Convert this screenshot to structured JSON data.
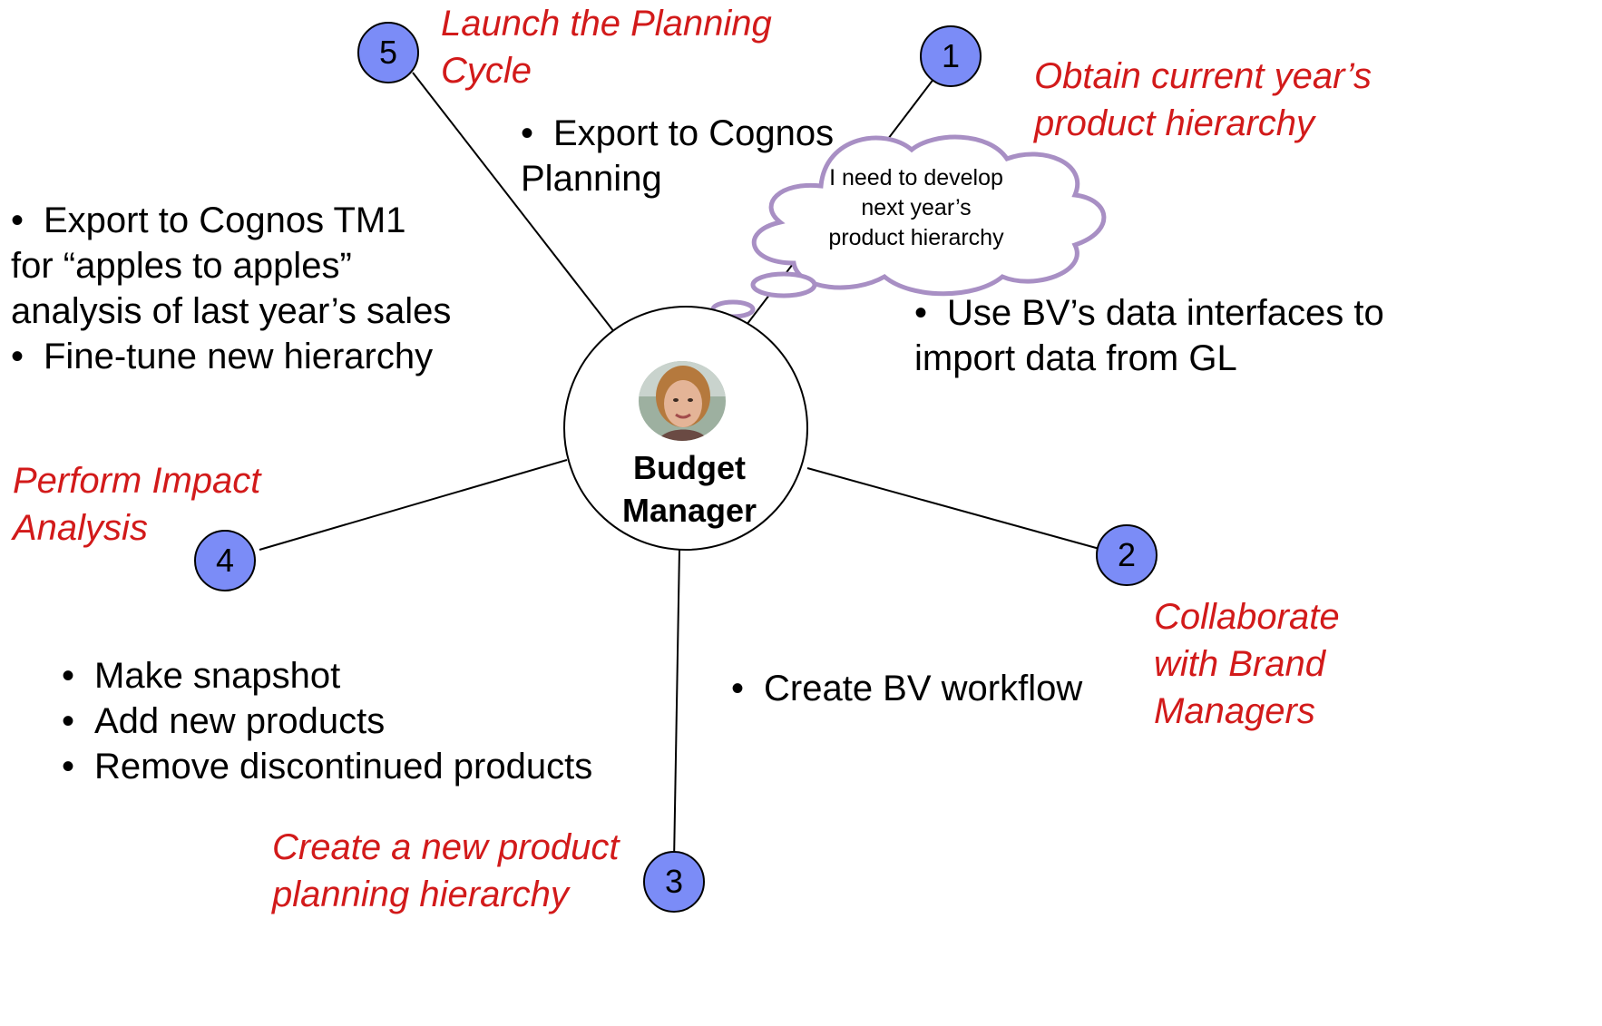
{
  "center": {
    "title_line1": "Budget",
    "title_line2": "Manager"
  },
  "thought": {
    "line1": "I need to develop",
    "line2": "next year’s",
    "line3": "product hierarchy"
  },
  "steps": [
    {
      "number": "1",
      "line1": "Obtain current year’s",
      "line2": "product hierarchy"
    },
    {
      "number": "2",
      "line1": "Collaborate",
      "line2": "with Brand",
      "line3": "Managers"
    },
    {
      "number": "3",
      "line1": "Create a new product",
      "line2": "planning hierarchy"
    },
    {
      "number": "4",
      "line1": "Perform Impact",
      "line2": "Analysis"
    },
    {
      "number": "5",
      "line1": "Launch the Planning",
      "line2": "Cycle"
    }
  ],
  "bullets": {
    "bullet_char": "•",
    "step1": {
      "line1": "Use BV’s data interfaces to",
      "line2": "import data from GL"
    },
    "step2": {
      "item1": "Create BV workflow"
    },
    "step3": {
      "item1": "Make snapshot",
      "item2": "Add new products",
      "item3": "Remove discontinued products"
    },
    "step4": {
      "item1_line1": "Export to Cognos TM1",
      "item1_line2": "for “apples to apples”",
      "item1_line3": "analysis of last year’s sales",
      "item2": "Fine-tune new hierarchy"
    },
    "step5": {
      "line1": "Export to Cognos",
      "line2": "Planning"
    }
  },
  "colors": {
    "step_text": "#d21a1a",
    "badge_fill": "#7b8cf7",
    "cloud_outline": "#a88fc4",
    "line": "#000000"
  },
  "icons": {
    "avatar": "person-photo-icon",
    "thought_cloud": "thought-bubble-icon"
  }
}
